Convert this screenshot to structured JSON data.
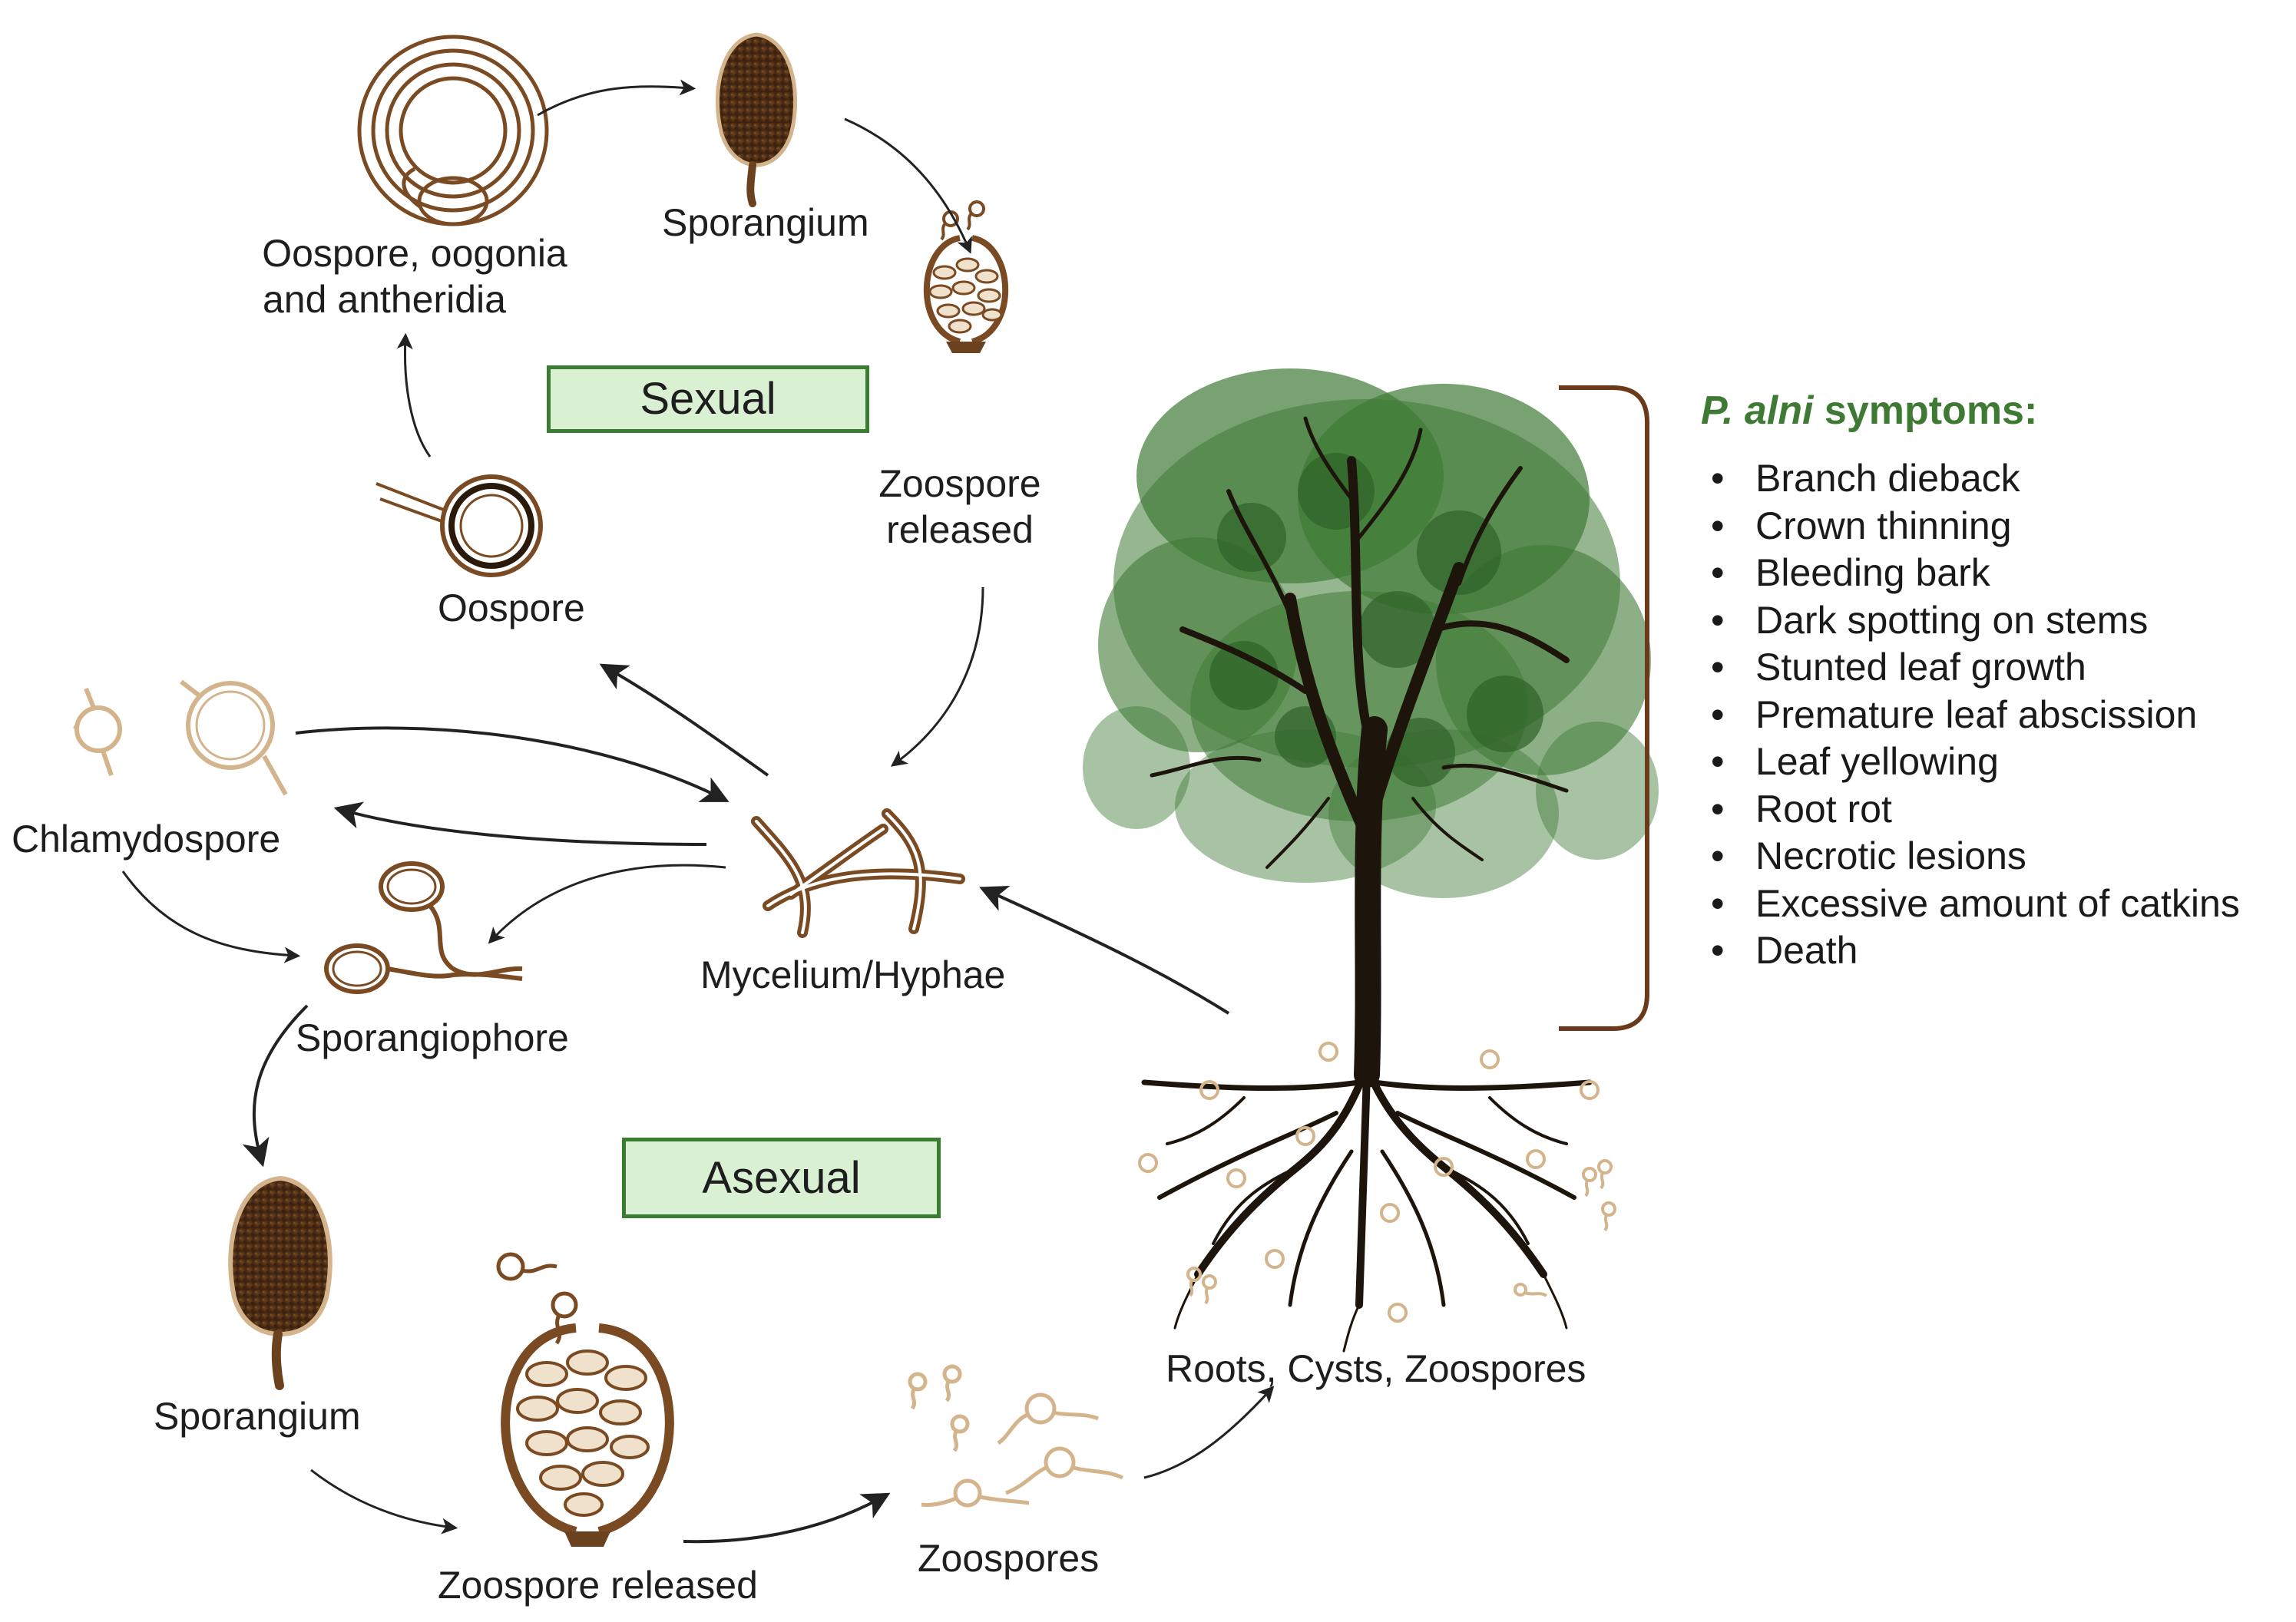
{
  "stages": {
    "sexual": "Sexual",
    "asexual": "Asexual"
  },
  "labels": {
    "oospore_oogonia_line1": "Oospore, oogonia",
    "oospore_oogonia_line2": "and antheridia",
    "sporangium_top": "Sporangium",
    "zoospore_released_top_line1": "Zoospore",
    "zoospore_released_top_line2": "released",
    "oospore": "Oospore",
    "chlamydospore": "Chlamydospore",
    "mycelium": "Mycelium/Hyphae",
    "sporangiophore": "Sporangiophore",
    "sporangium_bottom": "Sporangium",
    "zoospore_released_bottom": "Zoospore released",
    "zoospores": "Zoospores",
    "roots": "Roots, Cysts, Zoospores"
  },
  "symptoms": {
    "title_species": "P. alni",
    "title_rest": " symptoms:",
    "items": [
      "Branch dieback",
      "Crown thinning",
      "Bleeding bark",
      "Dark spotting on stems",
      "Stunted leaf growth",
      "Premature leaf abscission",
      "Leaf yellowing",
      "Root rot",
      "Necrotic lesions",
      "Excessive amount of catkins",
      "Death"
    ]
  },
  "colors": {
    "brown": "#7a4a22",
    "light_brown": "#d4b48c",
    "dark_brown": "#4a2a12",
    "leaf_green": "#3f7a35",
    "box_fill": "#d9f0d3",
    "box_border": "#3a7d32",
    "arrow": "#222222"
  },
  "icons": [
    "oospore-oogonia-icon",
    "sporangium-icon",
    "zoospore-release-icon",
    "oospore-icon",
    "chlamydospore-icon",
    "mycelium-icon",
    "sporangiophore-icon",
    "zoospores-icon",
    "tree-icon",
    "bracket-icon"
  ]
}
